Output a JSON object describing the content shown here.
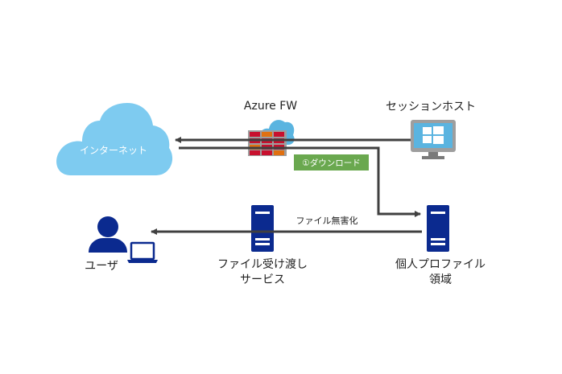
{
  "diagram": {
    "nodes": {
      "internet": {
        "label": "インターネット",
        "icon": "cloud-icon",
        "color": "#7ecbf0"
      },
      "firewall": {
        "label": "Azure FW",
        "icon": "firewall-icon"
      },
      "session_host": {
        "label": "セッションホスト",
        "icon": "monitor-windows-icon"
      },
      "user": {
        "label": "ユーザ",
        "icon": "user-laptop-icon",
        "color": "#0b2a8f"
      },
      "file_transfer": {
        "label_line1": "ファイル受け渡し",
        "label_line2": "サービス",
        "icon": "server-icon",
        "color": "#0b2a8f"
      },
      "profile": {
        "label_line1": "個人プロファイル",
        "label_line2": "領域",
        "icon": "server-icon",
        "color": "#0b2a8f"
      }
    },
    "edges": {
      "download_label": "①ダウンロード",
      "download_color": "#6aa84f",
      "sanitize_label": "ファイル無害化"
    },
    "line_color": "#404040"
  }
}
